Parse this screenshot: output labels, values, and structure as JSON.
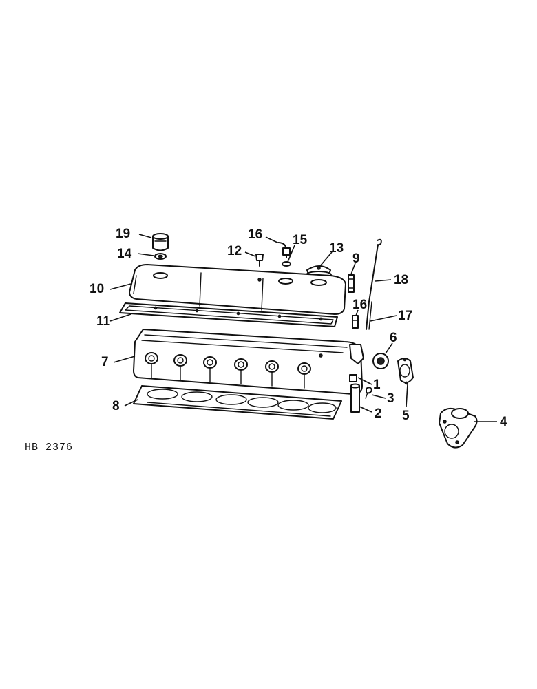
{
  "figure_code": "HB 2376",
  "callouts": {
    "c1": "1",
    "c2": "2",
    "c3": "3",
    "c4": "4",
    "c5": "5",
    "c6": "6",
    "c7": "7",
    "c8": "8",
    "c9": "9",
    "c10": "10",
    "c11": "11",
    "c12": "12",
    "c13": "13",
    "c14": "14",
    "c15": "15",
    "c16a": "16",
    "c16b": "16",
    "c17": "17",
    "c18": "18",
    "c19": "19"
  }
}
